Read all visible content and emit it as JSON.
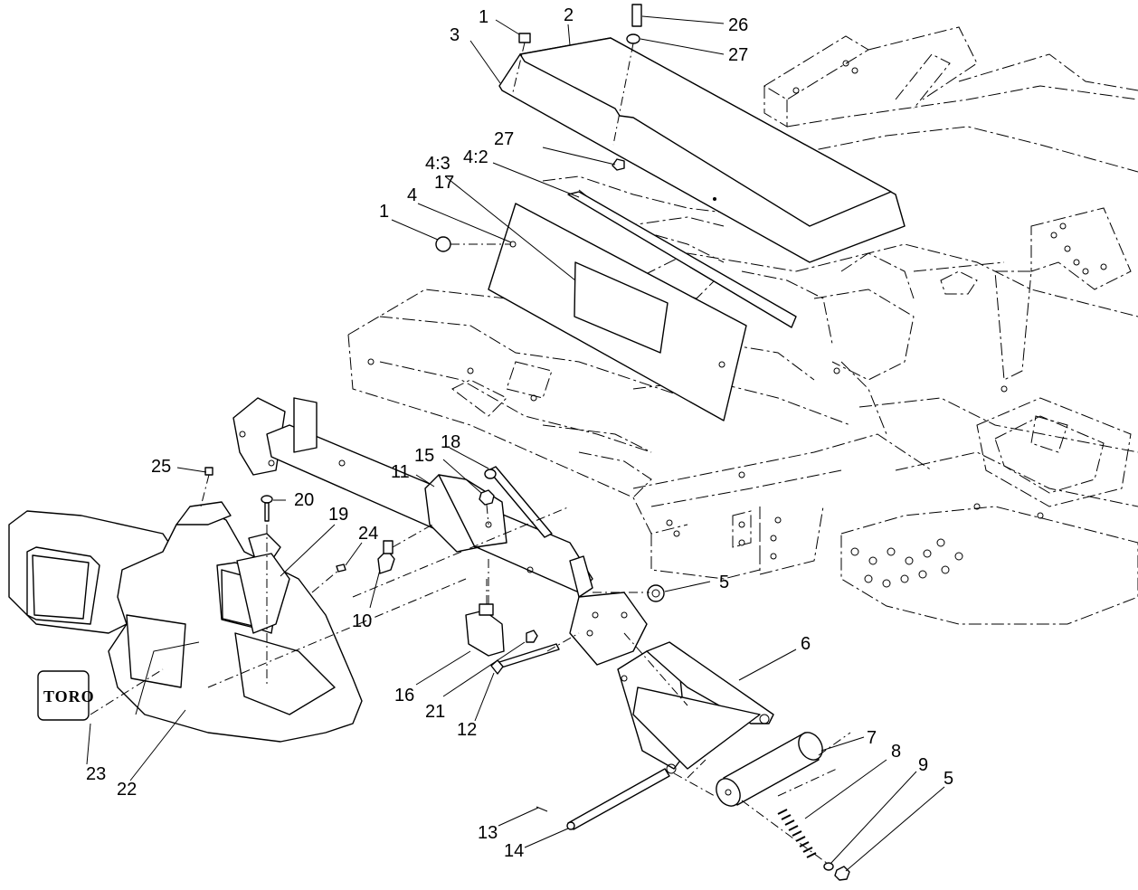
{
  "diagram": {
    "logo_text": "TORO",
    "callouts": {
      "c1a": "1",
      "c2": "2",
      "c3": "3",
      "c26": "26",
      "c27a": "27",
      "c27b": "27",
      "c43": "4:3",
      "c42": "4:2",
      "c17": "17",
      "c4": "4",
      "c1b": "1",
      "c25": "25",
      "c20": "20",
      "c19": "19",
      "c24": "24",
      "c11": "11",
      "c15": "15",
      "c18": "18",
      "c10": "10",
      "c5a": "5",
      "c6": "6",
      "c16": "16",
      "c21": "21",
      "c12": "12",
      "c7": "7",
      "c8": "8",
      "c9": "9",
      "c5b": "5",
      "c13": "13",
      "c14": "14",
      "c23": "23",
      "c22": "22"
    }
  }
}
